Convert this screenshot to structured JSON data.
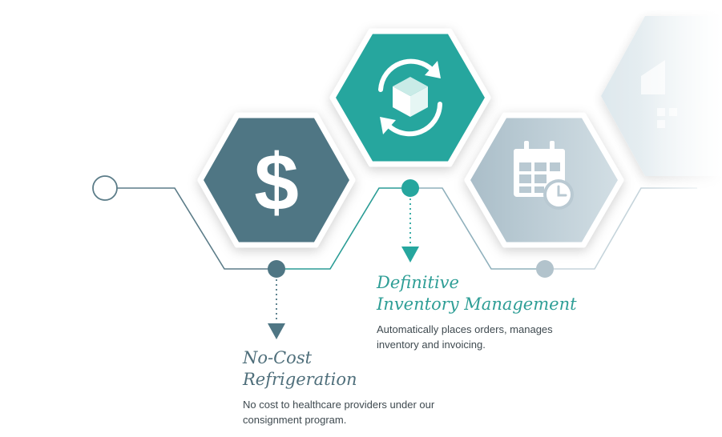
{
  "colors": {
    "slate": "#4f7684",
    "teal": "#26a69e",
    "pale": "#b5c6cf",
    "faded": "#dde7ec",
    "line_slate": "#5b7c88",
    "line_teal": "#2a9c95",
    "line_pale": "#a9bcc6",
    "icon_white": "#ffffff"
  },
  "steps": [
    {
      "icon": "dollar-icon",
      "title_line1": "No-Cost",
      "title_line2": "Refrigeration",
      "description": "No cost to healthcare providers under our consignment program."
    },
    {
      "icon": "box-sync-icon",
      "title_line1": "Definitive",
      "title_line2": "Inventory Management",
      "description": "Automatically places orders, manages inventory and invoicing."
    },
    {
      "icon": "calendar-clock-icon"
    },
    {
      "icon": "faded-icon"
    }
  ],
  "dollar_glyph": "$"
}
